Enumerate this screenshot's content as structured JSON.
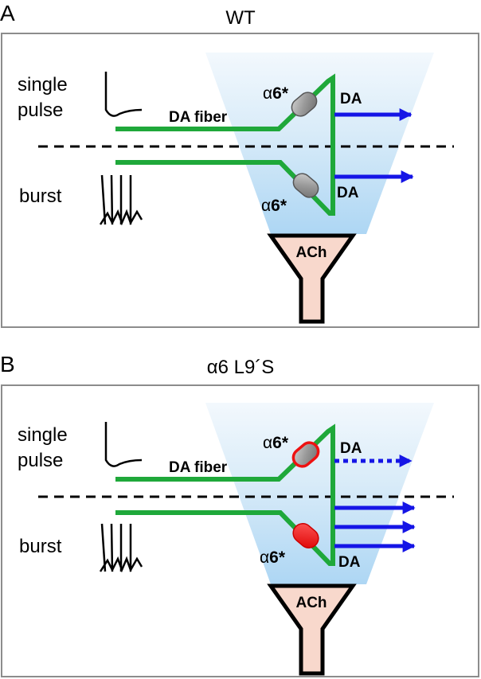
{
  "panels": [
    {
      "letter": "A",
      "title": "WT",
      "single_label_line1": "single",
      "single_label_line2": "pulse",
      "burst_label": "burst",
      "fiber_label": "DA fiber",
      "alpha_top": "α6*",
      "alpha_bottom": "α6*",
      "da_top": "DA",
      "da_bottom": "DA",
      "ach_label": "ACh",
      "receptor_top": "normal",
      "receptor_bottom": "normal",
      "arrows_top": 1,
      "top_arrow_style": "solid",
      "arrows_bottom": 1
    },
    {
      "letter": "B",
      "title": "α6 L9´S",
      "single_label_line1": "single",
      "single_label_line2": "pulse",
      "burst_label": "burst",
      "fiber_label": "DA fiber",
      "alpha_top": "α6*",
      "alpha_bottom": "α6*",
      "da_top": "DA",
      "da_bottom": "DA",
      "ach_label": "ACh",
      "receptor_top": "outlined-red",
      "receptor_bottom": "filled-red",
      "arrows_top": 1,
      "top_arrow_style": "dotted",
      "arrows_bottom": 3
    }
  ],
  "colors": {
    "fiber": "#1fa83a",
    "arrow": "#1515e6",
    "receptor_gray": "#9a9a9a",
    "receptor_red": "#ee1111",
    "ach_fill": "#f8d8cc",
    "cone_light": "#e6f2fb",
    "cone_dark": "#a9d4f3",
    "box_border": "#8c8c8c"
  }
}
